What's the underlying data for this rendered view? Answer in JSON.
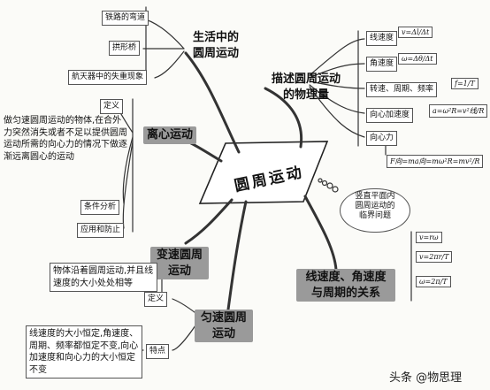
{
  "center": "圆周运动",
  "branches": {
    "life": {
      "title": "生活中的\n圆周运动",
      "items": [
        "铁路的弯道",
        "拱形桥",
        "航天器中的失重现象"
      ]
    },
    "describe": {
      "title": "描述圆周运动\n的物理量",
      "items": [
        "线速度",
        "角速度",
        "转速、周期、频率",
        "向心加速度",
        "向心力"
      ],
      "formulas": [
        "v=Δl/Δt",
        "ω=Δθ/Δt",
        "f=1/T",
        "a=ω²R=v²线/R",
        "F向=ma向=mω²R=mv²/R"
      ]
    },
    "centrifugal": {
      "title": "离心运动",
      "items": [
        "定义",
        "条件分析",
        "应用和防止"
      ],
      "definition": "做匀速圆周运动的物体,在合外力突然消失或者不足以提供圆周运动所需的向心力的情况下做逐渐远离圆心的运动"
    },
    "variable": {
      "title": "变速圆周\n运动"
    },
    "uniform": {
      "title": "匀速圆周\n运动",
      "items": [
        "定义",
        "特点"
      ],
      "definition": "物体沿着圆周运动,并且线速度的大小处处相等",
      "feature": "线速度的大小恒定,角速度、周期、频率都恒定不变,向心加速度和向心力的大小恒定不变"
    },
    "relation": {
      "title": "线速度、角速度\n与周期的关系",
      "formulas": [
        "v=rω",
        "v=2πr/T",
        "ω=2π/T"
      ]
    },
    "critical": {
      "text": "竖直平面内\n圆周运动的\n临界问题"
    }
  },
  "watermark": "头条 @物思理"
}
